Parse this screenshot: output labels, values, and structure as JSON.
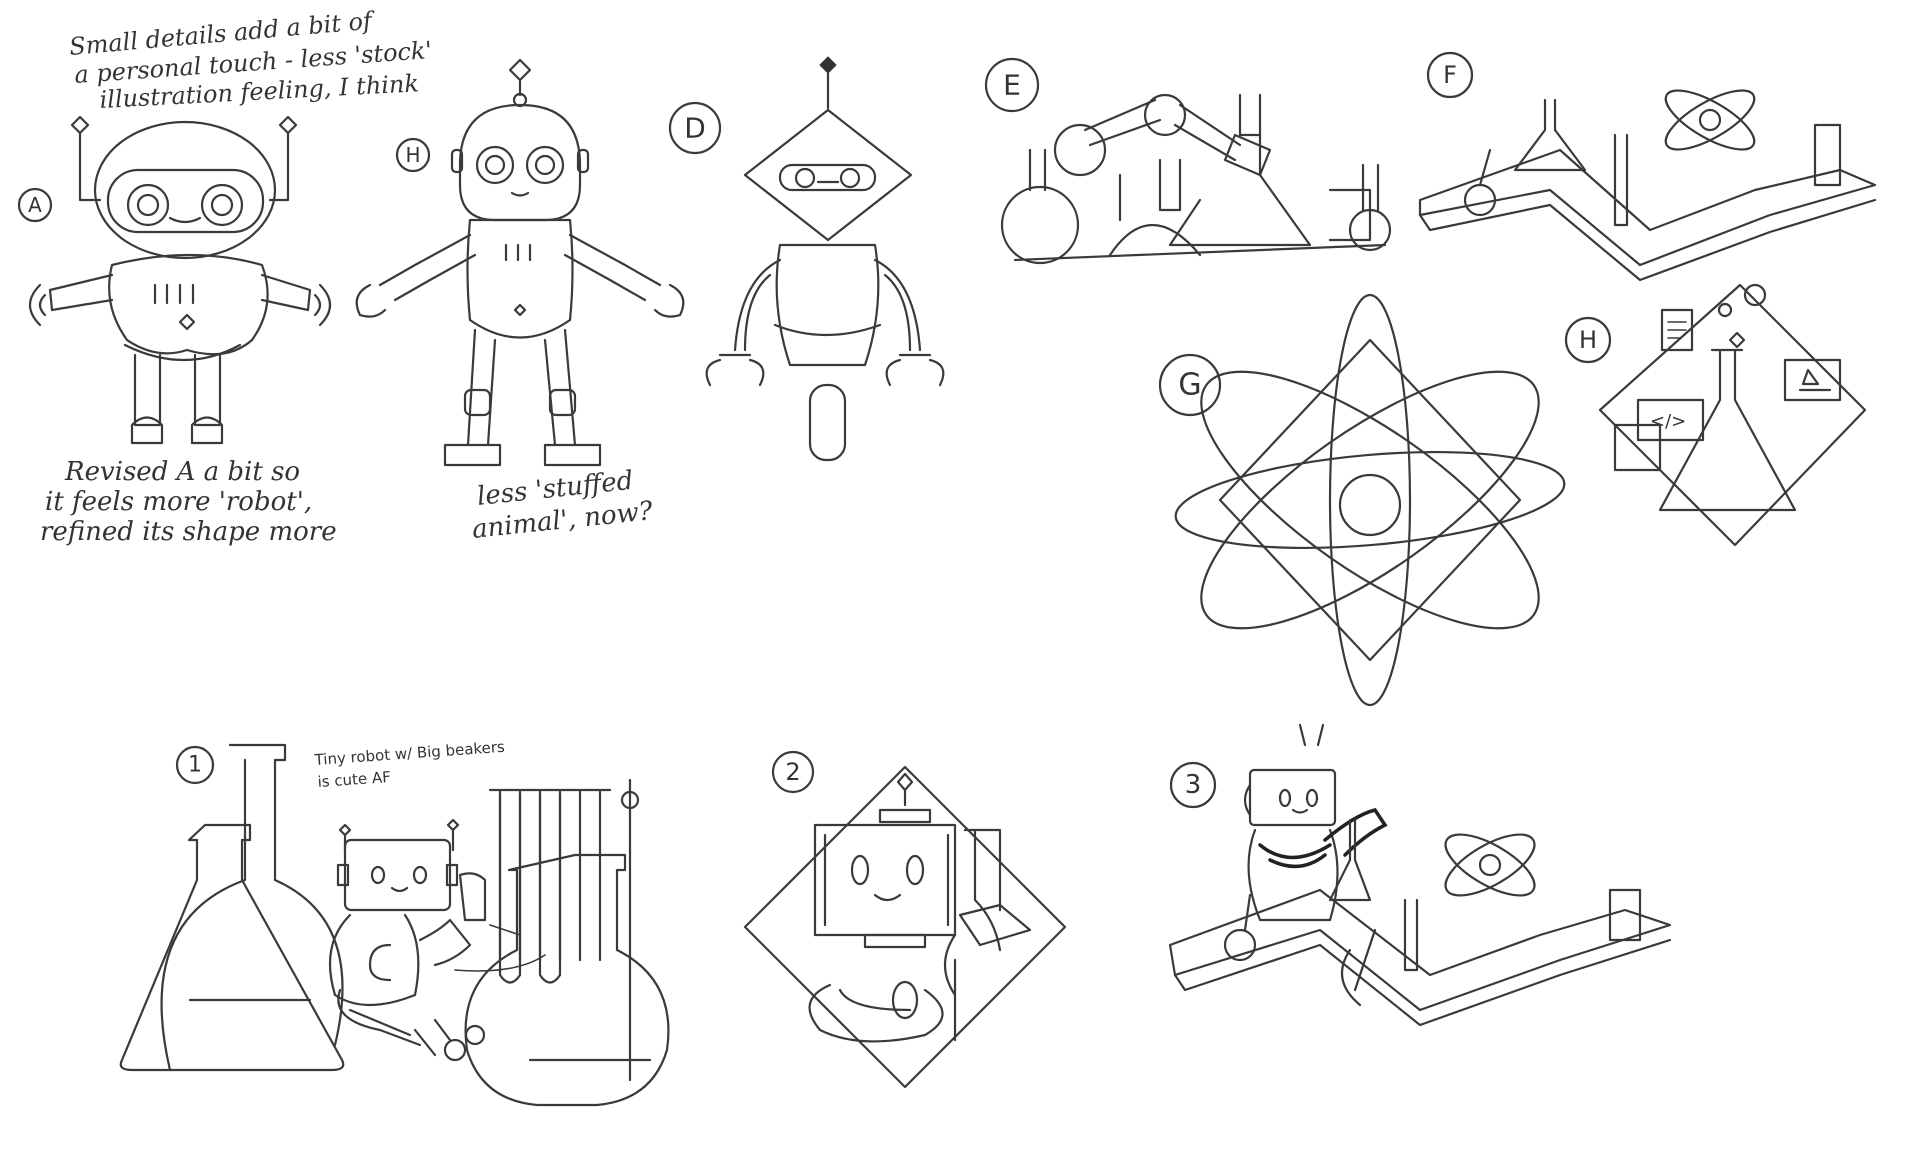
{
  "notes": {
    "top": [
      "Small details add a bit of",
      "a personal touch - less 'stock'",
      "illustration feeling, I think"
    ],
    "revised": [
      "Revised A a bit so",
      "it feels more 'robot',",
      "refined its shape more"
    ],
    "stuffed": [
      "less 'stuffed",
      "animal', now?"
    ],
    "tiny": [
      "Tiny robot w/ Big beakers",
      "is cute AF"
    ]
  },
  "labels": {
    "A": "A",
    "H": "H",
    "D": "D",
    "E": "E",
    "F": "F",
    "G": "G",
    "H2": "H",
    "one": "1",
    "two": "2",
    "three": "3"
  },
  "icons": {
    "code_icon": "</>"
  },
  "colors": {
    "ink": "#3a3a3a",
    "paper": "#ffffff"
  }
}
